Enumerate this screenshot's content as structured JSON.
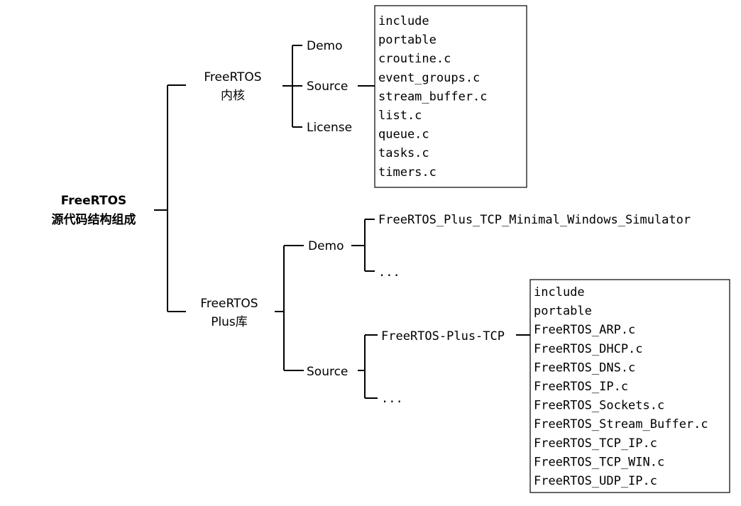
{
  "root": {
    "line1": "FreeRTOS",
    "line2": "源代码结构组成"
  },
  "kernel": {
    "line1": "FreeRTOS",
    "line2": "内核",
    "children": {
      "demo": "Demo",
      "source": "Source",
      "license": "License"
    },
    "source_files": [
      "include",
      "portable",
      "croutine.c",
      "event_groups.c",
      "stream_buffer.c",
      "list.c",
      "queue.c",
      "tasks.c",
      "timers.c"
    ]
  },
  "plus": {
    "line1": "FreeRTOS",
    "line2": "Plus库",
    "demo": {
      "label": "Demo",
      "children": [
        "FreeRTOS_Plus_TCP_Minimal_Windows_Simulator",
        "..."
      ]
    },
    "source": {
      "label": "Source",
      "children": [
        "FreeRTOS-Plus-TCP",
        "..."
      ],
      "tcp_files": [
        "include",
        "portable",
        "FreeRTOS_ARP.c",
        "FreeRTOS_DHCP.c",
        "FreeRTOS_DNS.c",
        "FreeRTOS_IP.c",
        "FreeRTOS_Sockets.c",
        "FreeRTOS_Stream_Buffer.c",
        "FreeRTOS_TCP_IP.c",
        "FreeRTOS_TCP_WIN.c",
        "FreeRTOS_UDP_IP.c"
      ]
    }
  }
}
